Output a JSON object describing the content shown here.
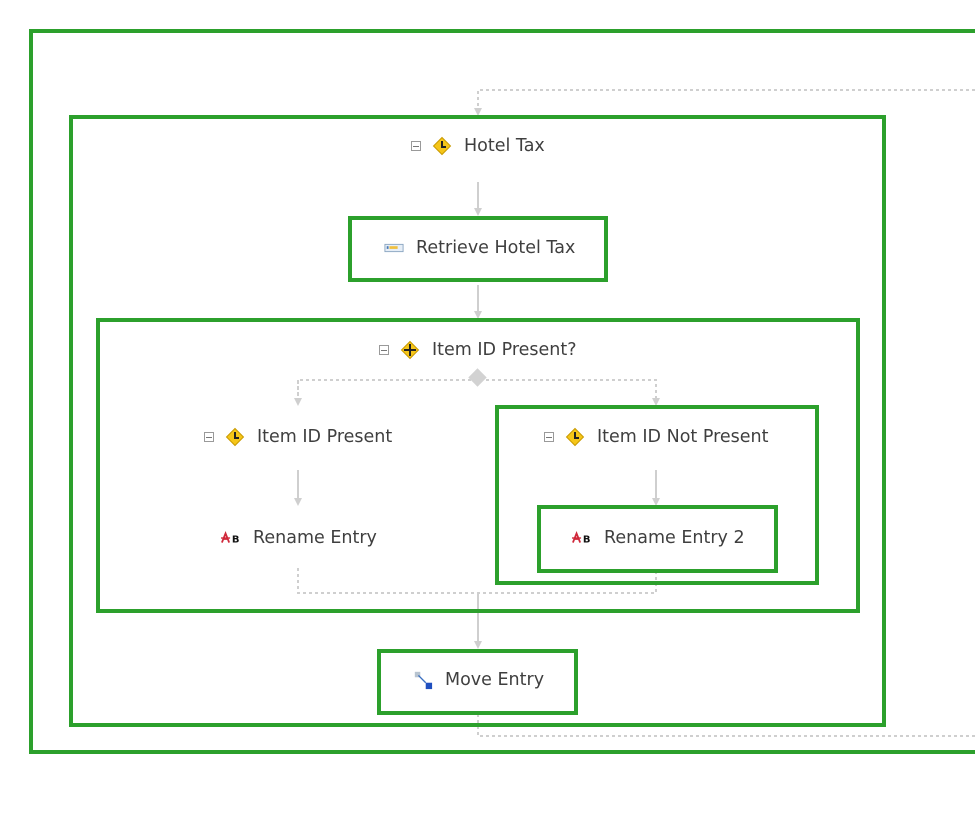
{
  "colors": {
    "highlight": "#2ca02c",
    "connector": "#cfcfcf",
    "text": "#3f3f3f",
    "decision_icon": "#f5c518"
  },
  "nodes": {
    "hotel_tax": {
      "label": "Hotel Tax",
      "icon": "decision-branch-icon"
    },
    "retrieve_hotel_tax": {
      "label": "Retrieve Hotel Tax",
      "icon": "retrieve-icon"
    },
    "item_id_present_q": {
      "label": "Item ID Present?",
      "icon": "decision-icon"
    },
    "item_id_present": {
      "label": "Item ID Present",
      "icon": "decision-branch-icon"
    },
    "rename_entry": {
      "label": "Rename Entry",
      "icon": "rename-icon"
    },
    "item_id_not_present": {
      "label": "Item ID Not Present",
      "icon": "decision-branch-icon"
    },
    "rename_entry_2": {
      "label": "Rename Entry 2",
      "icon": "rename-icon"
    },
    "move_entry": {
      "label": "Move Entry",
      "icon": "move-icon"
    }
  }
}
